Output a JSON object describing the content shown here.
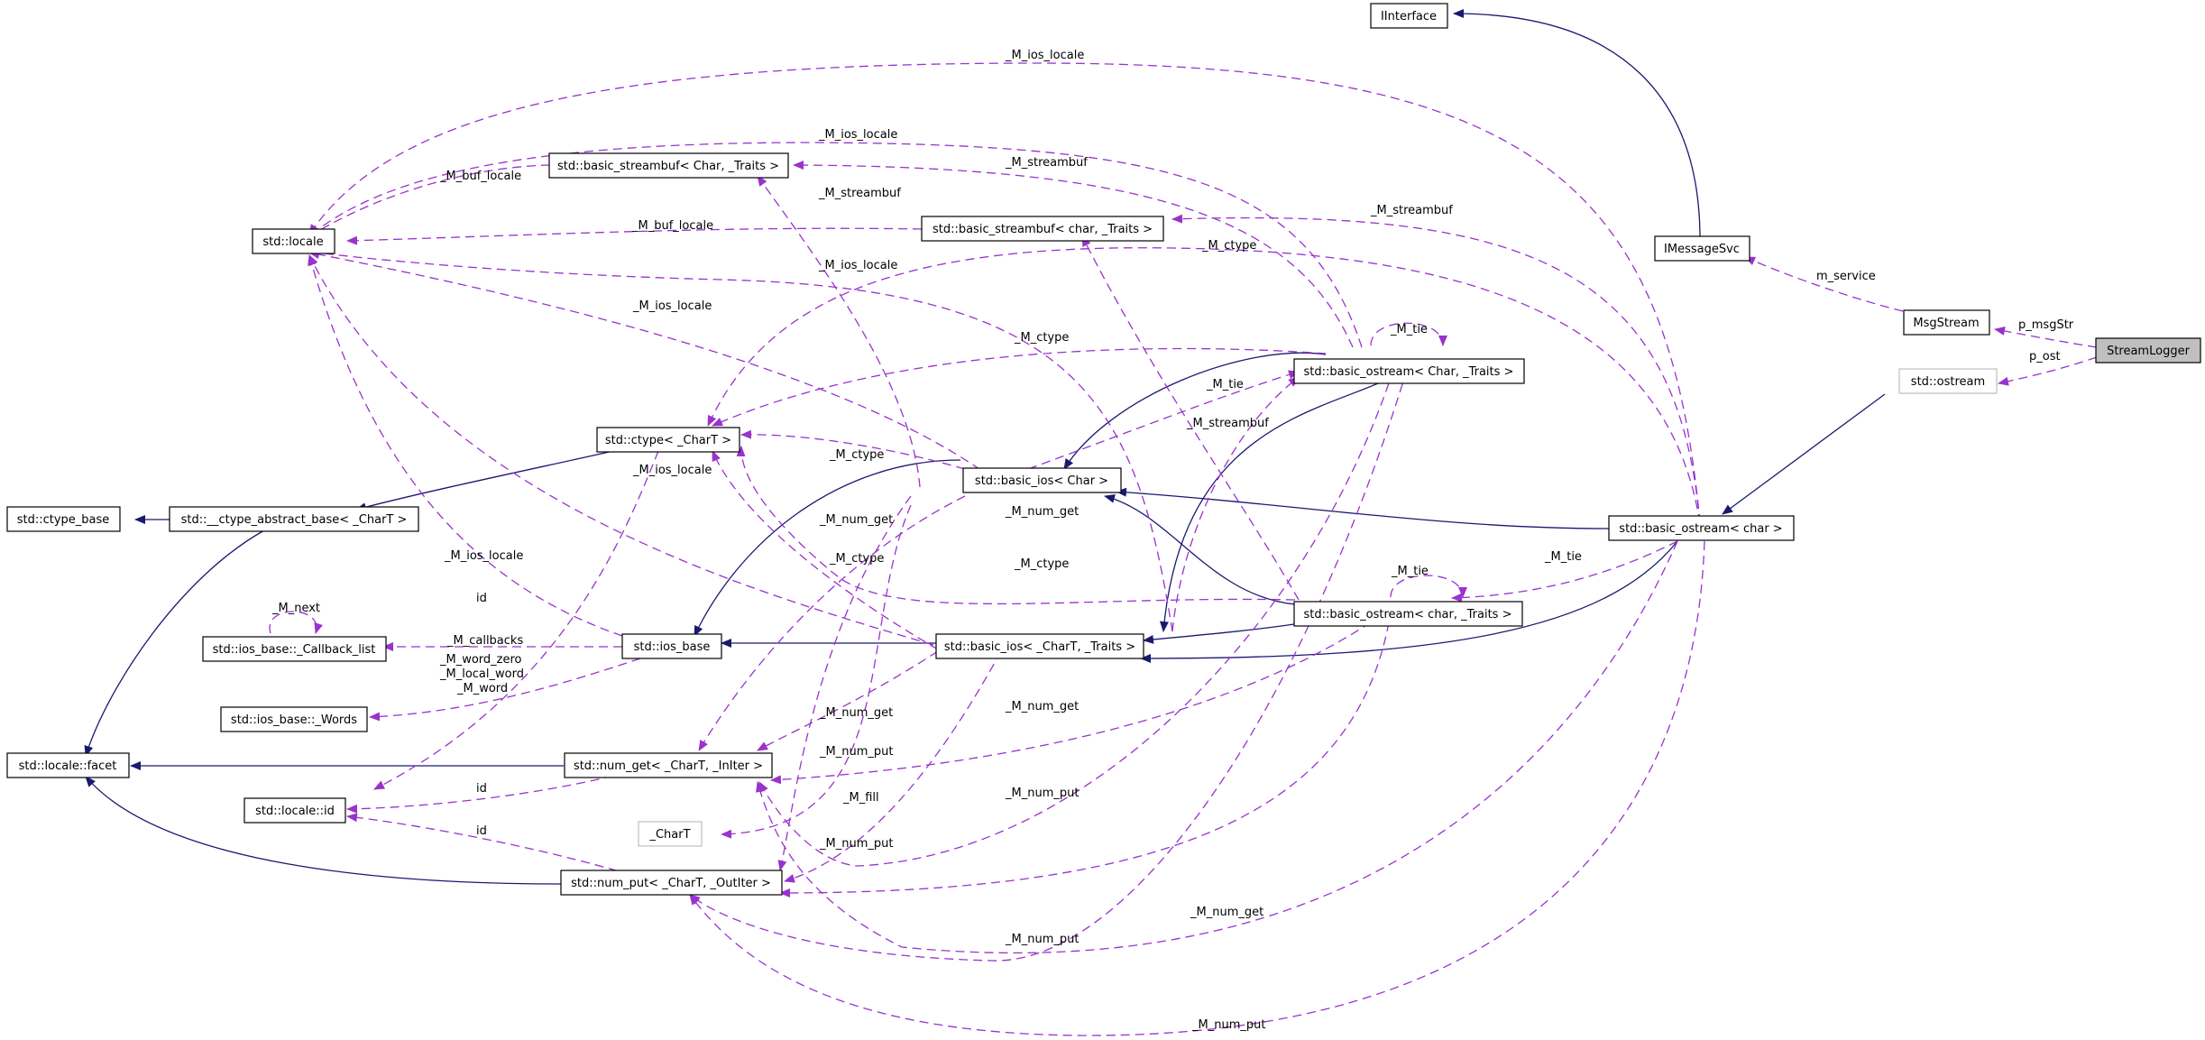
{
  "colors": {
    "inheritance": "#191970",
    "usage": "#9a32cd",
    "highlight": "#bfbfbf"
  },
  "nodes": {
    "iinterface": "IInterface",
    "imessagesvc": "IMessageSvc",
    "msgstream": "MsgStream",
    "streamlogger": "StreamLogger",
    "std_ostream": "std::ostream",
    "locale": "std::locale",
    "streambuf_char_traits_cap": "std::basic_streambuf< Char, _Traits >",
    "streambuf_char_traits": "std::basic_streambuf< char, _Traits >",
    "ctype_chart": "std::ctype< _CharT >",
    "ostream_char_traits_cap": "std::basic_ostream< Char, _Traits >",
    "basic_ios_char": "std::basic_ios< Char >",
    "basic_ostream_char": "std::basic_ostream< char >",
    "ctype_base": "std::ctype_base",
    "ctype_abstract_base": "std::__ctype_abstract_base< _CharT >",
    "ostream_char_traits": "std::basic_ostream< char, _Traits >",
    "callback_list": "std::ios_base::_Callback_list",
    "ios_base": "std::ios_base",
    "basic_ios_chart_traits": "std::basic_ios< _CharT, _Traits >",
    "words": "std::ios_base::_Words",
    "locale_facet": "std::locale::facet",
    "num_get": "std::num_get< _CharT, _InIter >",
    "locale_id": "std::locale::id",
    "chart": "_CharT",
    "num_put": "std::num_put< _CharT, _OutIter >"
  },
  "edge_labels": {
    "m_ios_locale_top": "_M_ios_locale",
    "m_ios_locale_2": "_M_ios_locale",
    "m_buf_locale_1": "_M_buf_locale",
    "m_streambuf_1": "_M_streambuf",
    "m_streambuf_2": "_M_streambuf",
    "m_buf_locale_2": "_M_buf_locale",
    "m_ios_locale_3": "_M_ios_locale",
    "m_ctype_1": "_M_ctype",
    "m_service": "m_service",
    "m_ios_locale_4": "_M_ios_locale",
    "m_tie_1": "_M_tie",
    "m_ctype_2": "_M_ctype",
    "m_tie_2": "_M_tie",
    "p_msgstr": "p_msgStr",
    "p_ost": "p_ost",
    "m_ctype_3": "_M_ctype",
    "m_streambuf_3": "_M_streambuf",
    "m_ios_locale_5": "_M_ios_locale",
    "m_num_get_1": "_M_num_get",
    "m_num_get_2": "_M_num_get",
    "m_ios_locale_6": "_M_ios_locale",
    "m_ctype_4": "_M_ctype",
    "m_ctype_5": "_M_ctype",
    "m_tie_3": "_M_tie",
    "m_tie_4": "_M_tie",
    "id_1": "id",
    "m_next": "_M_next",
    "m_callbacks": "_M_callbacks",
    "m_word_zero": "_M_word_zero",
    "m_local_word": "_M_local_word",
    "m_word": "_M_word",
    "m_num_get_3": "_M_num_get",
    "m_num_get_4": "_M_num_get",
    "m_num_put_1": "_M_num_put",
    "id_2": "id",
    "m_fill": "_M_fill",
    "m_num_put_2": "_M_num_put",
    "id_3": "id",
    "m_num_put_3": "_M_num_put",
    "m_num_put_4": "_M_num_put",
    "m_num_get_5": "_M_num_get",
    "m_num_put_5": "_M_num_put"
  }
}
